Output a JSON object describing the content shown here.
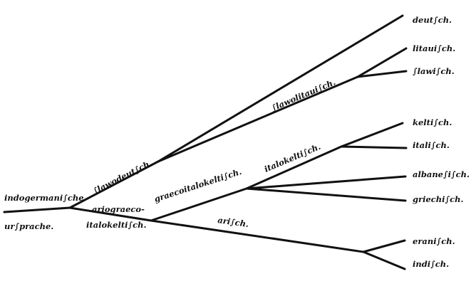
{
  "diagram": {
    "ink_color": "#111111",
    "background": "#ffffff",
    "labels": {
      "root_line1": "indogermani∫che",
      "root_line2": "ur∫prache.",
      "slawodeutsch": "∫lawodeut∫ch.",
      "ariograeco_line1": "ariograeco-",
      "ariograeco_line2": "italokelti∫ch.",
      "slawolitauisch": "∫lawolitaui∫ch.",
      "graecoitalokeltisch": "graecoitalokelti∫ch.",
      "italokeltisch": "italokelti∫ch.",
      "arisch": "ari∫ch.",
      "deutsch": "deut∫ch.",
      "litauisch": "litaui∫ch.",
      "slawisch": "∫lawi∫ch.",
      "keltisch": "kelti∫ch.",
      "italisch": "itali∫ch.",
      "albanesisch": "albane∫i∫ch.",
      "griechisch": "griechi∫ch.",
      "eranisch": "erani∫ch.",
      "indisch": "indi∫ch."
    }
  }
}
